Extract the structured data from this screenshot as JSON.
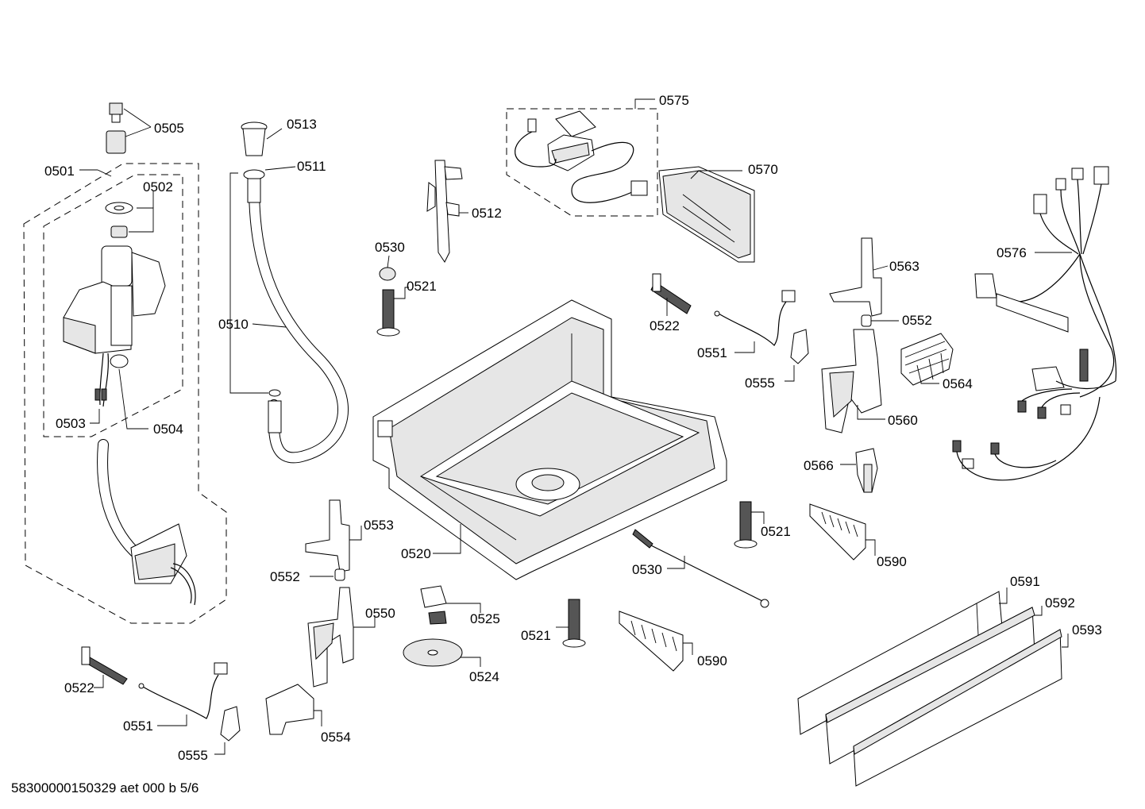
{
  "diagram": {
    "footer": "58300000150329 aet 000 b 5/6",
    "labels": {
      "l0505": "0505",
      "l0513": "0513",
      "l0511": "0511",
      "l0575": "0575",
      "l0501": "0501",
      "l0502": "0502",
      "l0570": "0570",
      "l0512": "0512",
      "l0576": "0576",
      "l0530a": "0530",
      "l0563": "0563",
      "l0521a": "0521",
      "l0510": "0510",
      "l0522a": "0522",
      "l0552a": "0552",
      "l0551a": "0551",
      "l0564": "0564",
      "l0555a": "0555",
      "l0503": "0503",
      "l0504": "0504",
      "l0560": "0560",
      "l0566": "0566",
      "l0553": "0553",
      "l0521b": "0521",
      "l0520": "0520",
      "l0590a": "0590",
      "l0552b": "0552",
      "l0530b": "0530",
      "l0591": "0591",
      "l0550": "0550",
      "l0592": "0592",
      "l0525": "0525",
      "l0593": "0593",
      "l0521c": "0521",
      "l0590b": "0590",
      "l0524": "0524",
      "l0522b": "0522",
      "l0551b": "0551",
      "l0554": "0554",
      "l0555b": "0555"
    }
  }
}
